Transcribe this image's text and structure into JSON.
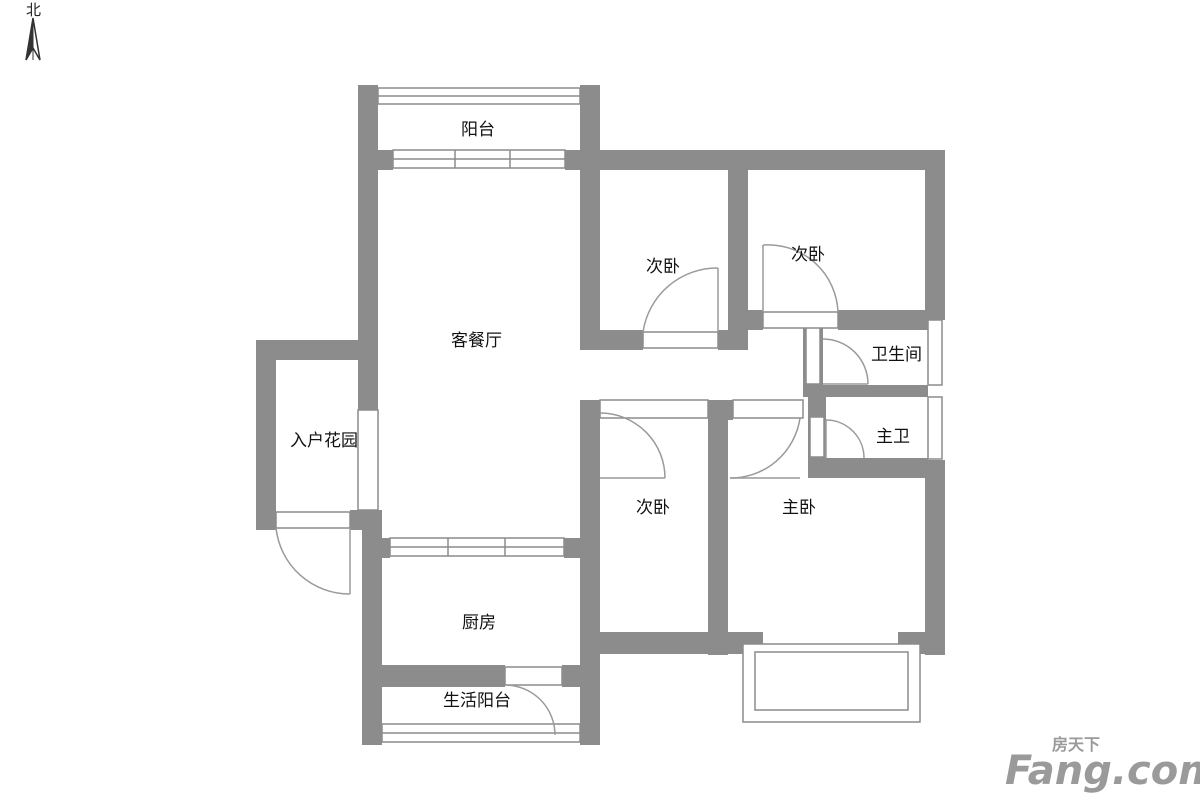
{
  "compass": {
    "label": "北",
    "icon": "north-arrow-icon"
  },
  "rooms": {
    "balcony": "阳台",
    "living_dining": "客餐厅",
    "bedroom_north_1": "次卧",
    "bedroom_north_2": "次卧",
    "bathroom": "卫生间",
    "master_bath": "主卫",
    "entry_garden": "入户花园",
    "bedroom_south": "次卧",
    "master_bedroom": "主卧",
    "kitchen": "厨房",
    "utility_balcony": "生活阳台"
  },
  "watermark": {
    "chinese": "房天下",
    "latin": "Fang.com"
  },
  "colors": {
    "wall": "#8c8c8c",
    "window": "#bdbdbd",
    "door_arc": "#9a9a9a",
    "watermark": "#9a9a9a"
  }
}
